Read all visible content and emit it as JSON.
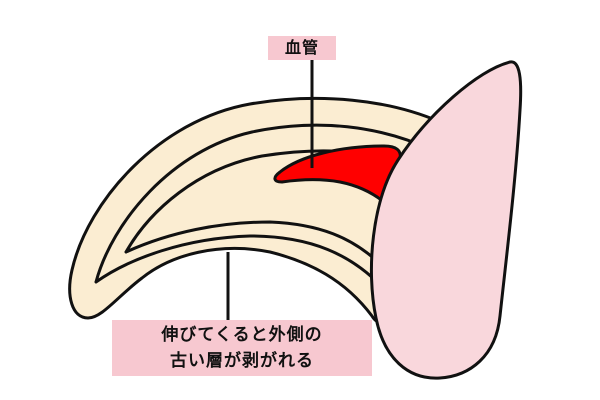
{
  "labels": {
    "blood_vessel": "血管",
    "outer_layer_line1": "伸びてくると外側の",
    "outer_layer_line2": "古い層が剥がれる"
  },
  "colors": {
    "claw_fill": "#fbedd2",
    "outline": "#111111",
    "blood_vessel": "#ff0000",
    "base": "#f9d7dc",
    "label_background": "#f7c8d0"
  }
}
